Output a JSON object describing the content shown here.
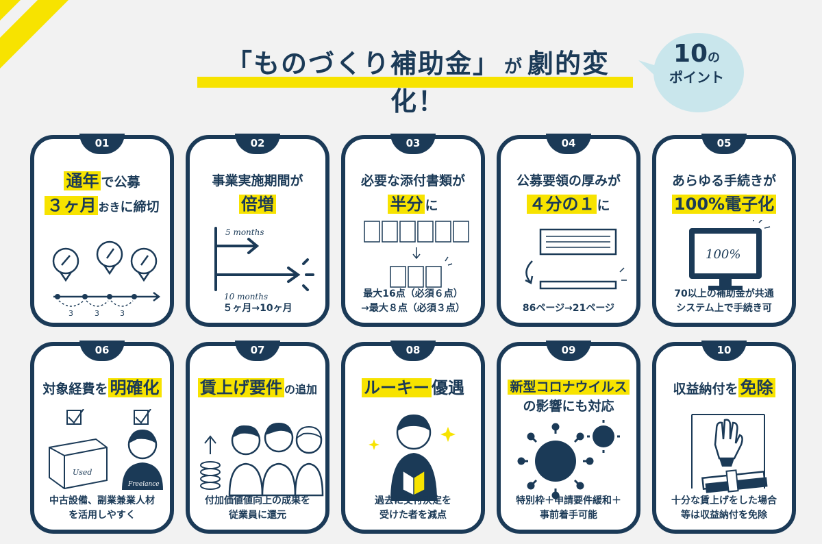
{
  "header": {
    "title_part1": "「ものづくり補助金」",
    "title_connector": "が",
    "title_part2": "劇的変化！",
    "badge_number": "10",
    "badge_no": "の",
    "badge_label": "ポイント"
  },
  "cards": [
    {
      "num": "01",
      "line1_hl": "通年",
      "line1_rest": "で公募",
      "line2_hl": "３ヶ月",
      "line2_mid": "おき",
      "line2_rest": "に締切",
      "illus_labels": [
        "3",
        "3",
        "3"
      ]
    },
    {
      "num": "02",
      "line1": "事業実施期間が",
      "line2_hl": "倍増",
      "illus_top": "5 months",
      "illus_bottom": "10 months",
      "caption": "５ヶ月→10ヶ月"
    },
    {
      "num": "03",
      "line1": "必要な添付書類が",
      "line2_hl": "半分",
      "line2_rest": "に",
      "caption1": "最大16点（必須６点）",
      "caption2": "→最大８点（必須３点）"
    },
    {
      "num": "04",
      "line1": "公募要領の厚みが",
      "line2_hl": "４分の１",
      "line2_rest": "に",
      "caption": "86ページ→21ページ"
    },
    {
      "num": "05",
      "line1": "あらゆる手続きが",
      "line2_hl": "100%電子化",
      "illus_screen": "100%",
      "caption1": "70以上の補助金が共通",
      "caption2": "システム上で手続き可"
    },
    {
      "num": "06",
      "line1_pre": "対象経費を",
      "line1_hl": "明確化",
      "illus_box": "Used",
      "illus_shirt": "Freelance",
      "caption1": "中古設備、副業兼業人材",
      "caption2": "を活用しやすく"
    },
    {
      "num": "07",
      "line1_hl": "賃上げ要件",
      "line1_rest": "の追加",
      "caption1": "付加価値値向上の成果を",
      "caption2": "従業員に還元"
    },
    {
      "num": "08",
      "line1_hl": "ルーキー",
      "line1_rest": "優遇",
      "caption1": "過去に交付決定を",
      "caption2": "受けた者を減点"
    },
    {
      "num": "09",
      "line1_hl": "新型コロナウイルス",
      "line2": "の影響にも対応",
      "caption1": "特別枠＋申請要件緩和＋",
      "caption2": "事前着手可能"
    },
    {
      "num": "10",
      "line1_pre": "収益納付を",
      "line1_hl": "免除",
      "caption1": "十分な賃上げをした場合",
      "caption2": "等は収益納付を免除"
    }
  ],
  "colors": {
    "navy": "#1b3a57",
    "yellow": "#f7e300",
    "light_blue": "#c9e6ec",
    "background": "#f2f2f2"
  }
}
